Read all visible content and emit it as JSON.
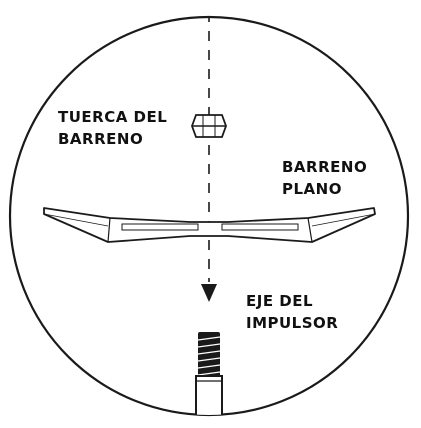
{
  "labels": {
    "nut": {
      "line1": "TUERCA DEL",
      "line2": "BARRENO"
    },
    "bit": {
      "line1": "BARRENO",
      "line2": "PLANO"
    },
    "shaft": {
      "line1": "EJE DEL",
      "line2": "IMPULSOR"
    }
  },
  "colors": {
    "stroke": "#1a1a1a",
    "fill": "#ffffff"
  }
}
